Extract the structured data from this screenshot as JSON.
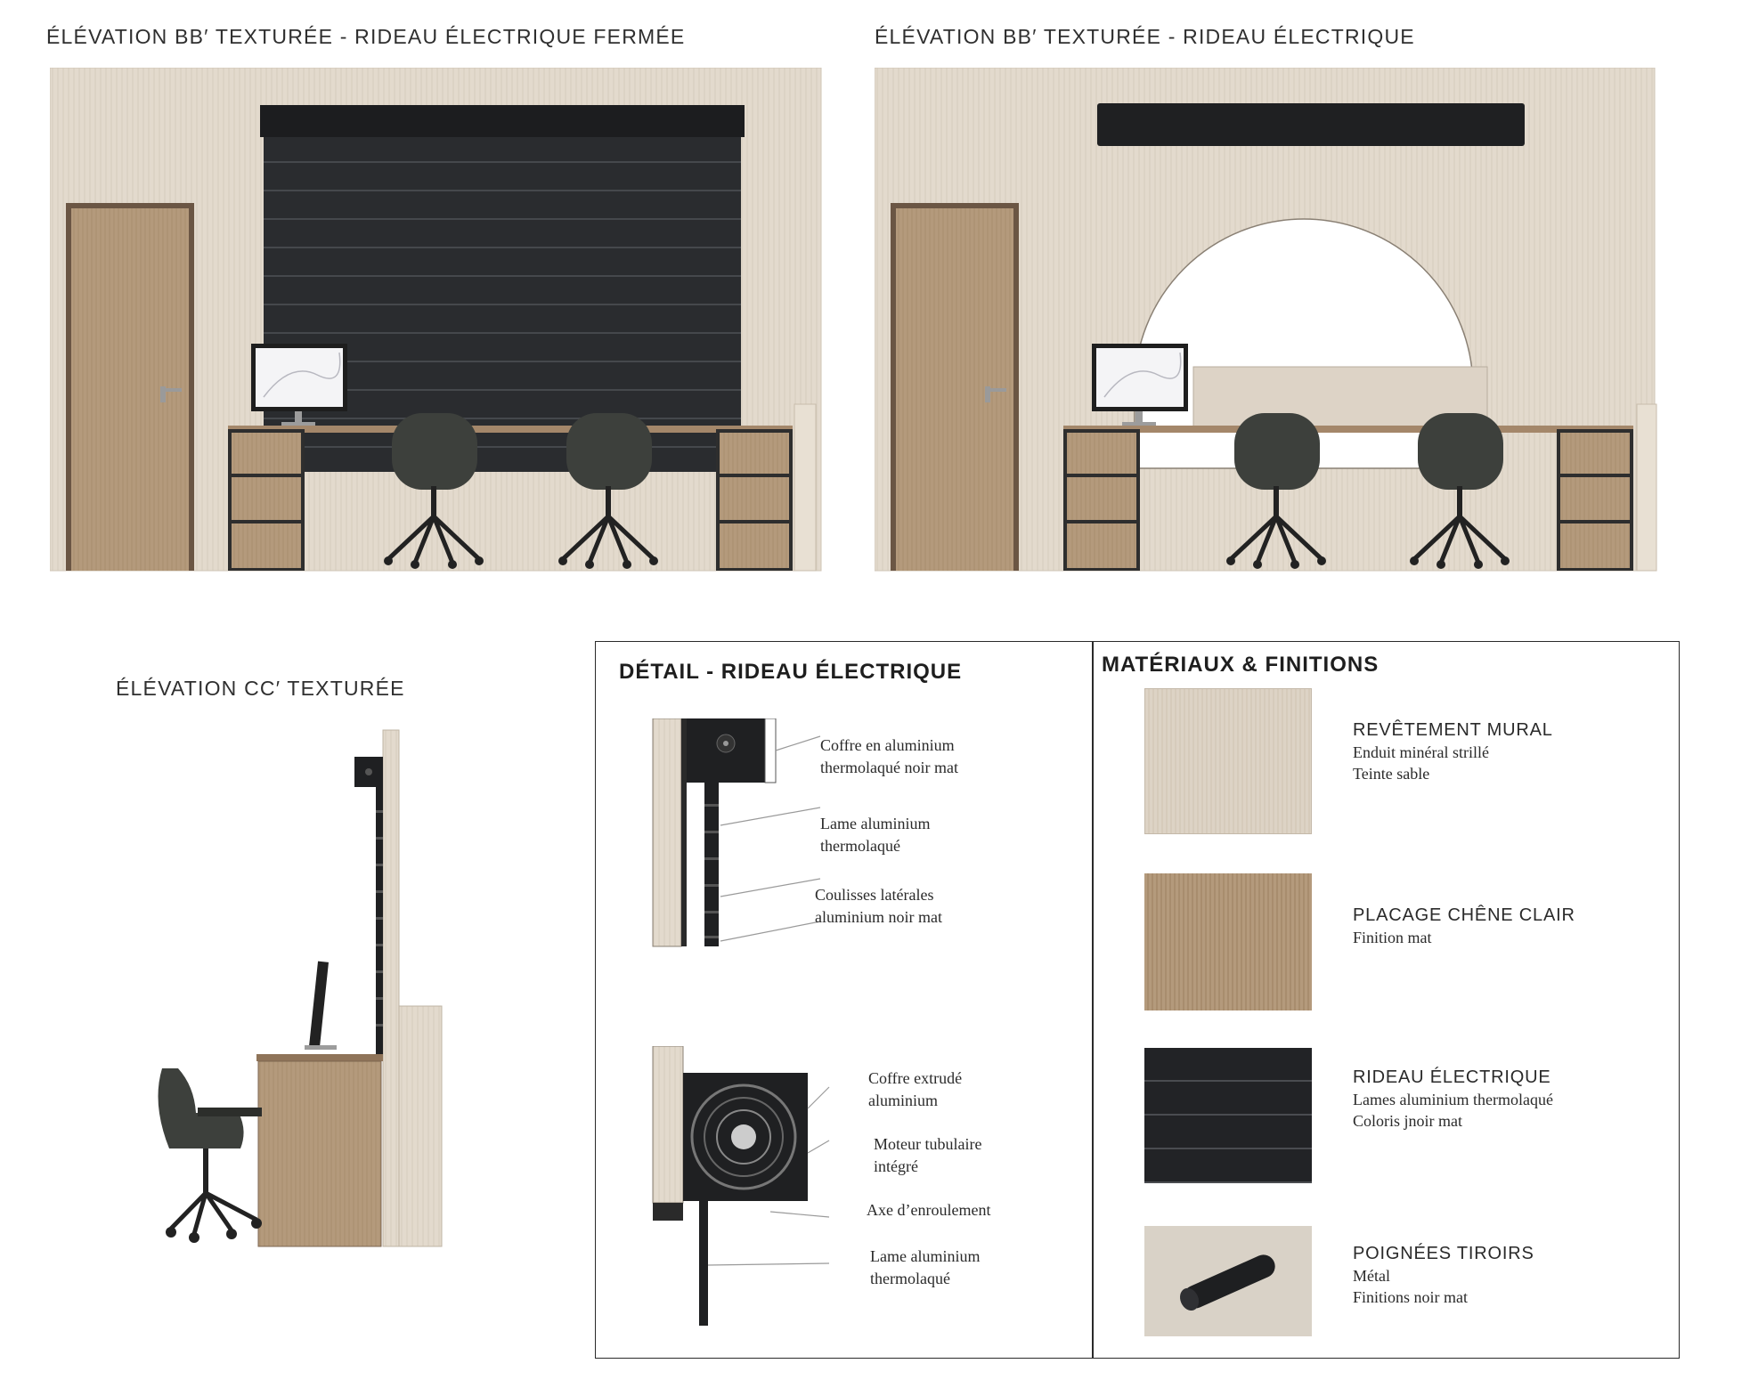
{
  "elevations": {
    "bb_closed_title": "ÉLÉVATION BB′ TEXTURÉE - RIDEAU ÉLECTRIQUE FERMÉE",
    "bb_open_title": "ÉLÉVATION BB′ TEXTURÉE - RIDEAU ÉLECTRIQUE",
    "cc_title": "ÉLÉVATION CC′ TEXTURÉE"
  },
  "detail": {
    "title": "DÉTAIL - RIDEAU ÉLECTRIQUE",
    "callouts_top": [
      {
        "line1": "Coffre en aluminium",
        "line2": "thermolaqué noir mat"
      },
      {
        "line1": "Lame aluminium",
        "line2": "thermolaqué"
      },
      {
        "line1": "Coulisses latérales",
        "line2": "aluminium noir mat"
      }
    ],
    "callouts_bottom": [
      {
        "line1": "Coffre extrudé",
        "line2": "aluminium"
      },
      {
        "line1": "Moteur tubulaire",
        "line2": "intégré"
      },
      {
        "line1": "Axe d’enroulement",
        "line2": ""
      },
      {
        "line1": "Lame aluminium",
        "line2": "thermolaqué"
      }
    ]
  },
  "materials": {
    "title": "MATÉRIAUX & FINITIONS",
    "items": [
      {
        "name": "REVÊTEMENT MURAL",
        "line1": "Enduit minéral strillé",
        "line2": "Teinte sable",
        "swatch": "plaster",
        "color": "#ddd3c5"
      },
      {
        "name": "PLACAGE CHÊNE CLAIR",
        "line1": "Finition mat",
        "line2": "",
        "swatch": "oak",
        "color": "#b49a7c"
      },
      {
        "name": "RIDEAU ÉLECTRIQUE",
        "line1": "Lames aluminium thermolaqué",
        "line2": "Coloris jnoir mat",
        "swatch": "slats",
        "color": "#1f2022"
      },
      {
        "name": "POIGNÉES TIROIRS",
        "line1": "Métal",
        "line2": "Finitions noir mat",
        "swatch": "handle",
        "color": "#d9d2c7"
      }
    ]
  },
  "colors": {
    "wall": "#e2d9cc",
    "oak": "#b39a7b",
    "shutter": "#25272a",
    "chair": "#3d403c",
    "frame": "#2a2a2a"
  }
}
